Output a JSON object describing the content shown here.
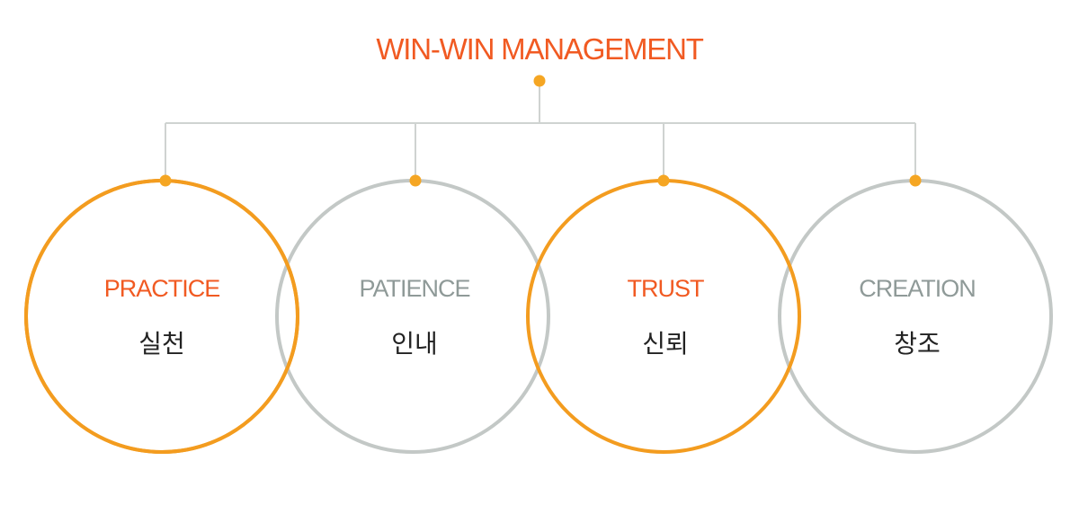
{
  "title": "WIN-WIN MANAGEMENT",
  "colors": {
    "accent": "#f15a22",
    "orange_ring": "#f39c1f",
    "gray_ring": "#c3c8c6",
    "gray_text": "#8f9a98",
    "connector": "#cfd3d1",
    "dot": "#f5a623",
    "korean_text": "#222222"
  },
  "values": [
    {
      "english": "PRACTICE",
      "korean": "실천",
      "style": "orange"
    },
    {
      "english": "PATIENCE",
      "korean": "인내",
      "style": "gray"
    },
    {
      "english": "TRUST",
      "korean": "신뢰",
      "style": "orange"
    },
    {
      "english": "CREATION",
      "korean": "창조",
      "style": "gray"
    }
  ]
}
